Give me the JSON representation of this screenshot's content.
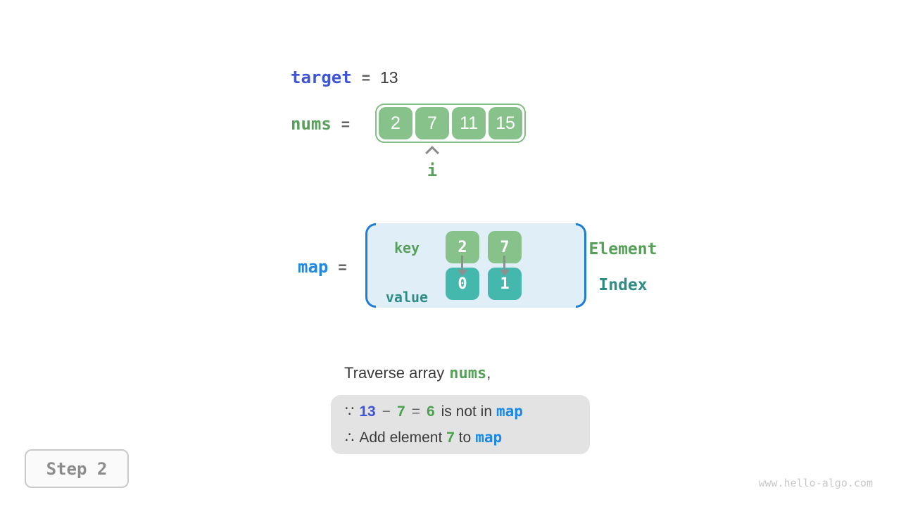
{
  "colors": {
    "array_green": "#87C28B",
    "array_border_green": "#82BE86",
    "green_text": "#56A05A",
    "green_number": "#48A14C",
    "teal_box": "#45B8AE",
    "teal_text": "#2E8E86",
    "royal_blue": "#3D55D6",
    "azure_blue": "#1E88E5",
    "bracket_blue": "#1C7ED6",
    "map_background": "#E0EEF8",
    "dark_text": "#3B3B3B",
    "arrow_gray": "#8F8F8F",
    "note_background": "#E3E3E3",
    "step_gray": "#8C8C8C",
    "watermark_gray": "#C9C9C9"
  },
  "target_row": {
    "keyword": "target",
    "equals": "=",
    "value": "13"
  },
  "nums_row": {
    "keyword": "nums",
    "equals": "=",
    "cells": [
      "2",
      "7",
      "11",
      "15"
    ]
  },
  "pointer": {
    "label": "i"
  },
  "map_row": {
    "keyword": "map",
    "equals": "=",
    "key_label": "key",
    "value_label": "value",
    "keys": [
      "2",
      "7"
    ],
    "values": [
      "0",
      "1"
    ],
    "element_label": "Element",
    "index_label": "Index"
  },
  "caption": {
    "prefix": "Traverse array",
    "code": "nums",
    "suffix": ","
  },
  "note": {
    "line1": {
      "because": "∵",
      "num_target": "13",
      "minus": "−",
      "num_element": "7",
      "equals": "=",
      "num_diff": "6",
      "text": "is not in",
      "code": "map"
    },
    "line2": {
      "therefore": "∴",
      "text_before": "Add element",
      "num_element": "7",
      "text_middle": "to",
      "code": "map"
    }
  },
  "step_badge": {
    "label": "Step 2"
  },
  "watermark": "www.hello-algo.com"
}
